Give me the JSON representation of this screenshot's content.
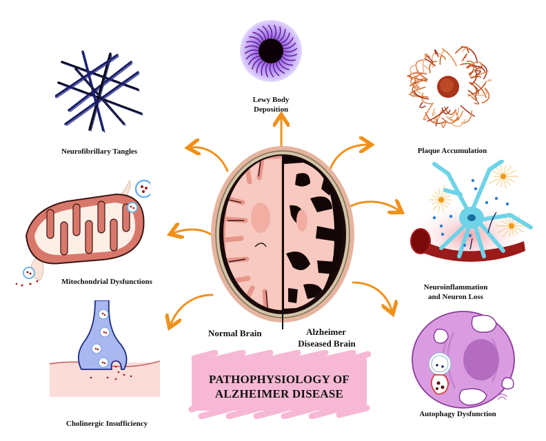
{
  "title": {
    "line1": "PATHOPHYSIOLOGY OF",
    "line2": "ALZHEIMER DISEASE"
  },
  "center": {
    "normal_label": "Normal Brain",
    "diseased_label_line1": "Alzheimer",
    "diseased_label_line2": "Diseased Brain"
  },
  "nodes": [
    {
      "id": "lewy",
      "line1": "Lewy Body",
      "line2": "Deposition"
    },
    {
      "id": "tangles",
      "line1": "Neurofibrillary Tangles"
    },
    {
      "id": "plaque",
      "line1": "Plaque Accumulation"
    },
    {
      "id": "mito",
      "line1": "Mitochondrial Dysfunctions"
    },
    {
      "id": "neuro",
      "line1": "Neuroinflammation",
      "line2": "and Neuron Loss"
    },
    {
      "id": "cholinergic",
      "line1": "Cholinergic Insufficiency"
    },
    {
      "id": "autophagy",
      "line1": "Autophagy Dysfunction"
    }
  ],
  "colors": {
    "arrow": "#f0901a",
    "title_bg": "#f6b8d4",
    "brain_tissue": "#f8c9c0",
    "brain_gyri": "#e8968a",
    "lewy": "#7b3fb0",
    "tangles": "#1a1f6b",
    "plaque": "#c4501c",
    "mito": "#d8786a",
    "neuron": "#6fd3e8",
    "vessel": "#9b1a1a",
    "synapse": "#a9b8f0",
    "cell": "#d99ce0"
  }
}
